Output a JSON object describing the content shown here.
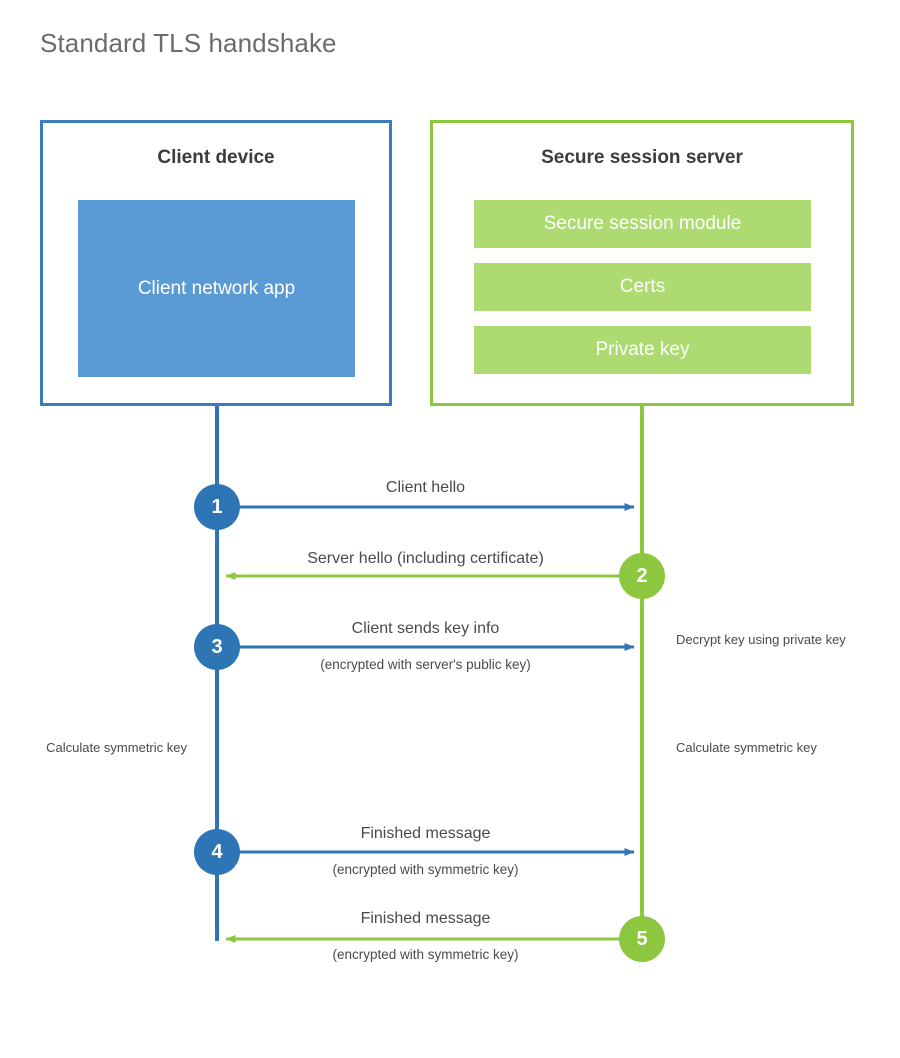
{
  "title": "Standard TLS handshake",
  "colors": {
    "client_border": "#3b7cc0",
    "client_fill": "#5b9bd5",
    "server_border": "#8dc63f",
    "server_fill": "#addb71",
    "client_accent": "#2e75b6",
    "server_accent": "#8dc63f",
    "text": "#4a4a4a",
    "title_text": "#6b6b6b",
    "background": "#ffffff"
  },
  "client": {
    "title": "Client device",
    "app_label": "Client network app"
  },
  "server": {
    "title": "Secure session server",
    "modules": [
      {
        "label": "Secure session module"
      },
      {
        "label": "Certs"
      },
      {
        "label": "Private key"
      }
    ]
  },
  "steps": [
    {
      "number": "1",
      "label": "Client hello",
      "sublabel": "",
      "direction": "client-to-server",
      "side": "client"
    },
    {
      "number": "2",
      "label": "Server hello (including certificate)",
      "sublabel": "",
      "direction": "server-to-client",
      "side": "server"
    },
    {
      "number": "3",
      "label": "Client sends key info",
      "sublabel": "(encrypted with server's public key)",
      "direction": "client-to-server",
      "side": "client"
    },
    {
      "number": "4",
      "label": "Finished message",
      "sublabel": "(encrypted with symmetric key)",
      "direction": "client-to-server",
      "side": "client"
    },
    {
      "number": "5",
      "label": "Finished message",
      "sublabel": "(encrypted with symmetric key)",
      "direction": "server-to-client",
      "side": "server"
    }
  ],
  "notes": {
    "decrypt_key": "Decrypt key using private key",
    "client_calculate": "Calculate symmetric key",
    "server_calculate": "Calculate symmetric key"
  }
}
